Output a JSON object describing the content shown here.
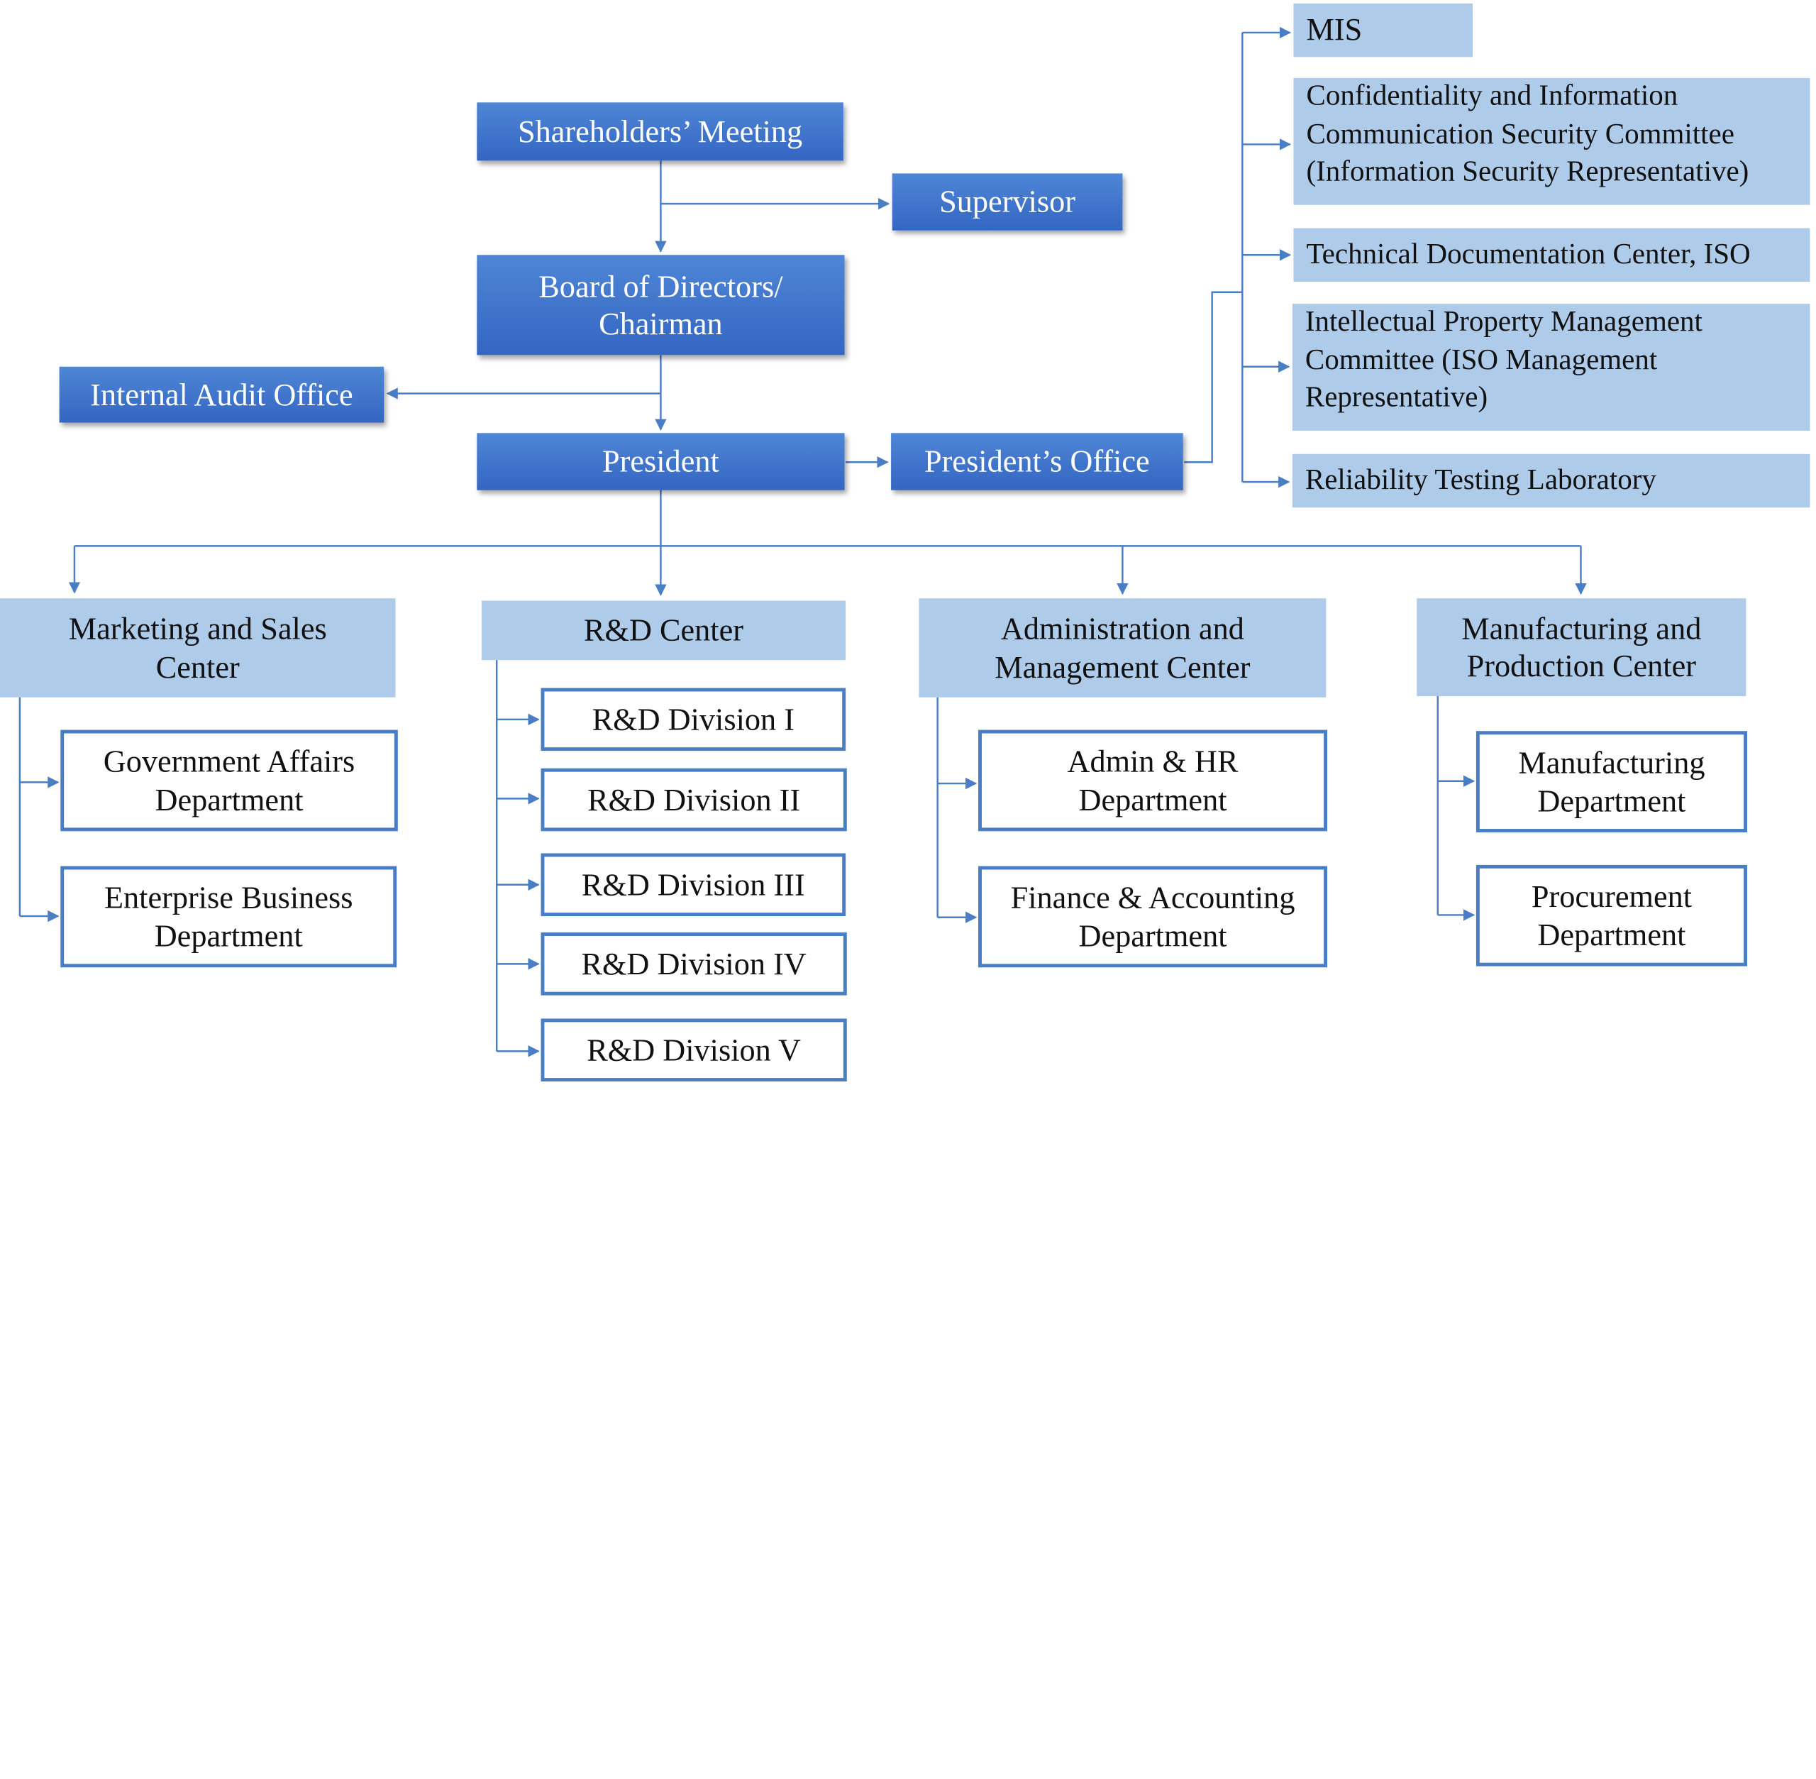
{
  "top": {
    "shareholders": "Shareholders’ Meeting",
    "supervisor": "Supervisor",
    "board": [
      "Board of Directors/",
      "Chairman"
    ],
    "internal_audit": "Internal Audit Office",
    "president": "President",
    "presidents_office": "President’s Office"
  },
  "office_units": {
    "mis": "MIS",
    "confidentiality": [
      "Confidentiality and Information",
      "Communication Security Committee",
      "(Information Security Representative)"
    ],
    "tech_doc": "Technical Documentation Center, ISO",
    "ip": [
      "Intellectual Property Management",
      "Committee (ISO Management",
      "Representative)"
    ],
    "reliability": "Reliability Testing Laboratory"
  },
  "centers": {
    "marketing": {
      "title": [
        "Marketing and Sales",
        "Center"
      ],
      "departments": [
        [
          "Government Affairs",
          "Department"
        ],
        [
          "Enterprise Business",
          "Department"
        ]
      ]
    },
    "rd": {
      "title": "R&D Center",
      "divisions": [
        "R&D Division I",
        "R&D Division II",
        "R&D Division III",
        "R&D Division IV",
        "R&D Division V"
      ]
    },
    "admin": {
      "title": [
        "Administration and",
        "Management Center"
      ],
      "departments": [
        [
          "Admin & HR",
          "Department"
        ],
        [
          "Finance & Accounting",
          "Department"
        ]
      ]
    },
    "manufacturing": {
      "title": [
        "Manufacturing and",
        "Production Center"
      ],
      "departments": [
        [
          "Manufacturing",
          "Department"
        ],
        [
          "Procurement",
          "Department"
        ]
      ]
    }
  },
  "colors": {
    "dark_box": "#3f74cc",
    "light_box": "#aecbea",
    "border": "#4a7ec4",
    "connector": "#4a7ec4"
  }
}
